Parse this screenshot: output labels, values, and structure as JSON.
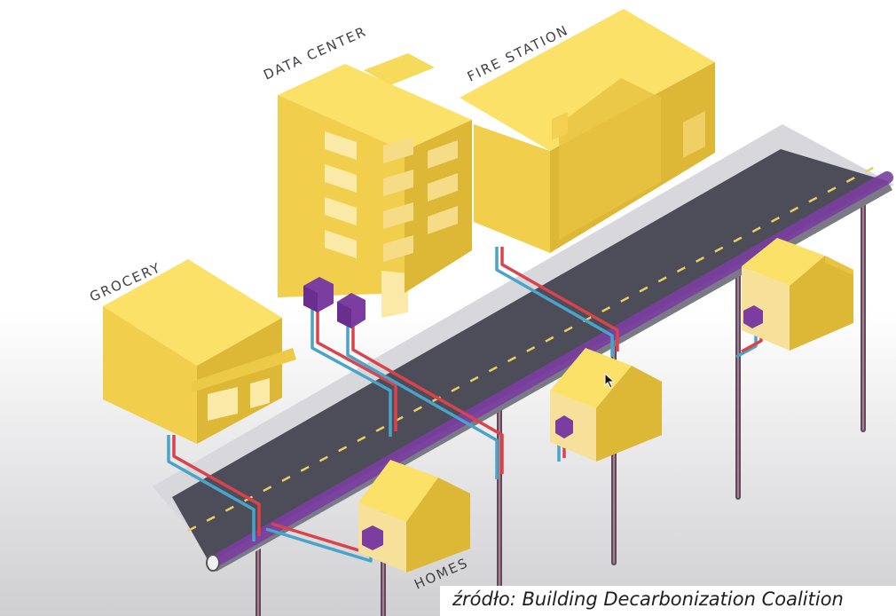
{
  "labels": {
    "data_center": "DATA CENTER",
    "fire_station": "FIRE STATION",
    "grocery": "GROCERY",
    "homes": "HOMES"
  },
  "caption": "źródło: Building Decarbonization Coalition",
  "icons": [
    "cursor-arrow-icon"
  ],
  "colors": {
    "building_yellow_top": "#fbe168",
    "building_yellow_left": "#f1cf4c",
    "building_yellow_right": "#ddb736",
    "road": "#4d4d5a",
    "sidewalk": "#d8d8dc",
    "utility_box": "#7b3ea0",
    "pipe_red": "#d9434b",
    "pipe_blue": "#4aa3c8",
    "center_line": "#e9cf63"
  }
}
